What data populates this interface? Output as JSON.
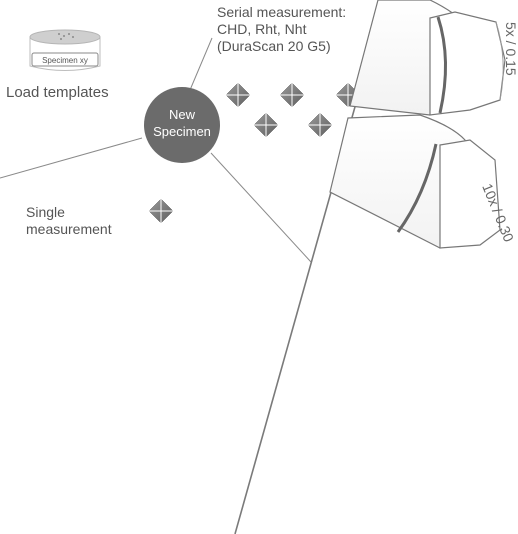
{
  "specimen_card": {
    "label": "Specimen xy"
  },
  "load_templates": {
    "label": "Load templates"
  },
  "serial_measurement": {
    "label": "Serial measurement:\nCHD, Rht, Nht\n(DuraScan 20 G5)"
  },
  "new_specimen": {
    "line1": "New",
    "line2": "Specimen"
  },
  "single_measurement": {
    "label": "Single\nmeasurement"
  },
  "objectives": [
    {
      "label": "5x / 0.15"
    },
    {
      "label": "10x / 0.30"
    }
  ],
  "icons": {
    "diamond": "diamond-marker-icon",
    "specimen": "specimen-holder-icon",
    "objective": "objective-lens-icon"
  },
  "colors": {
    "text": "#555555",
    "line": "#888888",
    "circle": "#6b6b6b",
    "diamond": "#777777"
  }
}
